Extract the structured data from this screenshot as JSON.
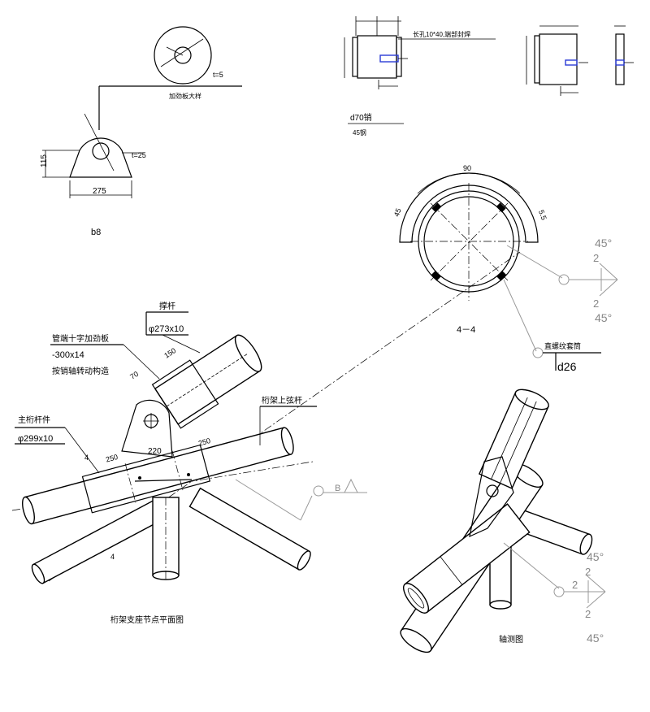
{
  "detail_b8": {
    "disc_thickness": "t=5",
    "disc_caption": "加劲板大样",
    "plate_thickness": "t=25",
    "height_dim": "115",
    "width_dim": "275",
    "label": "b8"
  },
  "pin_detail": {
    "slot_label": "长孔10*40,端部封焊",
    "pin_label": "d70销",
    "pin_caption": "45钢"
  },
  "section_44": {
    "top_dim": "90",
    "left_dim": "45",
    "right_dim": "5.5",
    "label": "4－4",
    "bolt_label": "直螺纹套筒",
    "bolt_size": "d26",
    "weld_angle": "45°",
    "weld_size": "2"
  },
  "main_view": {
    "label_brace_title": "撑杆",
    "label_brace_size": "φ273x10",
    "label_plate_title": "管端十字加劲板",
    "label_plate_size": "-300x14",
    "label_plate_note": "按销轴转动构造",
    "label_chord_title": "主桁杆件",
    "label_chord_size": "φ299x10",
    "label_upper_chord": "桁架上弦杆",
    "dim_150": "150",
    "dim_70": "70",
    "dim_250a": "250",
    "dim_220": "220",
    "dim_250b": "250",
    "weld_mark": "B",
    "view_mark": "4",
    "caption": "桁架支座节点平面图"
  },
  "iso_view": {
    "caption": "轴测图",
    "weld_angle": "45°",
    "weld_size": "2"
  }
}
